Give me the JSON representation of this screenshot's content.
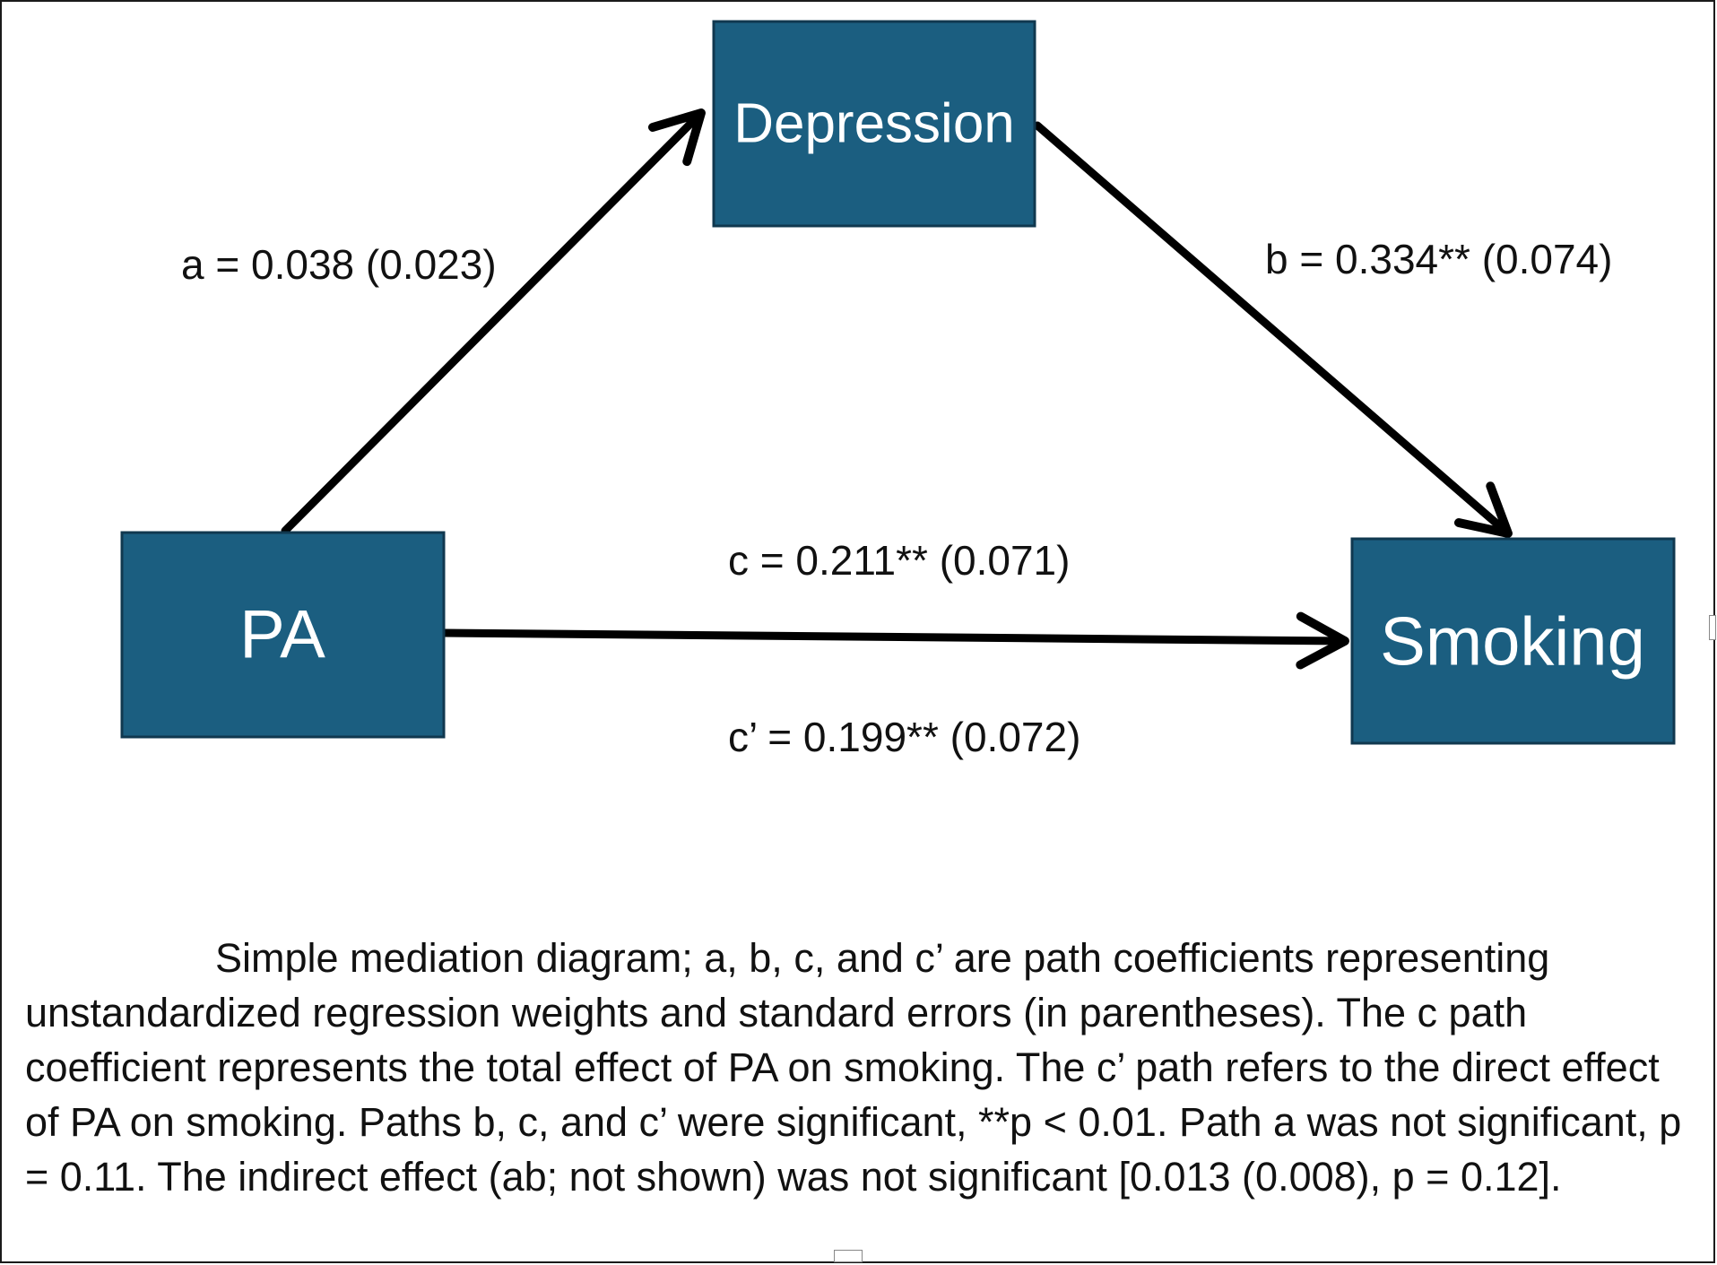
{
  "diagram": {
    "nodes": {
      "depression": {
        "label": "Depression"
      },
      "pa": {
        "label": "PA"
      },
      "smoking": {
        "label": "Smoking"
      }
    },
    "paths": {
      "a": {
        "label": "a = 0.038 (0.023)"
      },
      "b": {
        "label": "b = 0.334** (0.074)"
      },
      "c": {
        "label": "c = 0.211** (0.071)"
      },
      "c_prime": {
        "label": "c’ = 0.199** (0.072)"
      }
    },
    "caption": "Simple mediation diagram; a, b, c, and c’ are path coefficients representing unstandardized regression weights and standard errors (in parentheses). The c path coefficient represents the total effect of PA on smoking. The c’ path refers to the direct effect of PA on smoking. Paths b, c, and c’ were significant, **p < 0.01. Path a was not significant, p = 0.11. The indirect effect (ab; not shown) was not significant [0.013 (0.008), p = 0.12].",
    "colors": {
      "node_fill": "#1b5e80",
      "arrow": "#000000"
    }
  }
}
